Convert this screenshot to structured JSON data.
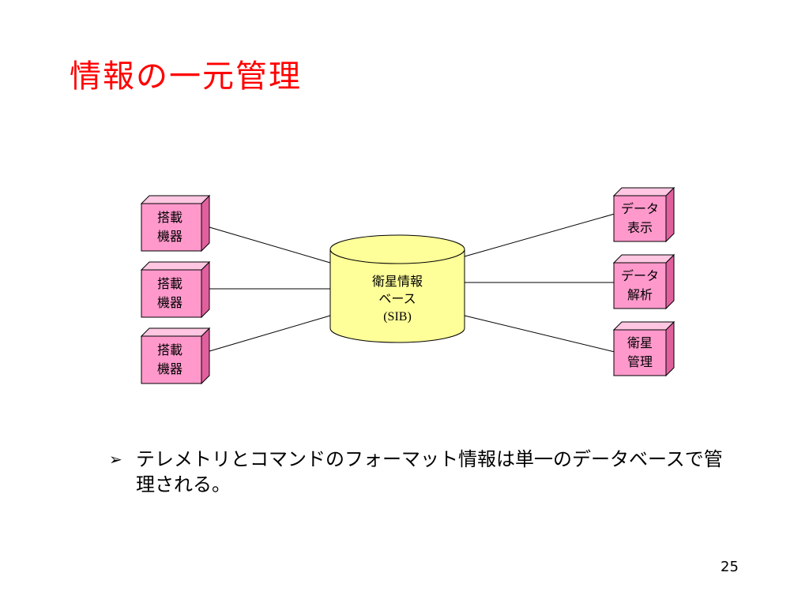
{
  "slide": {
    "title": "情報の一元管理",
    "page_number": "25"
  },
  "diagram": {
    "colors": {
      "box_fill": "#ff99cc",
      "box_side": "#e0609e",
      "box_top": "#ffc7e2",
      "db_fill": "#ffff99",
      "line": "#000000"
    },
    "database": {
      "lines": [
        "衛星情報",
        "ベース",
        "(SIB)"
      ]
    },
    "left_boxes": [
      {
        "lines": [
          "搭載",
          "機器"
        ]
      },
      {
        "lines": [
          "搭載",
          "機器"
        ]
      },
      {
        "lines": [
          "搭載",
          "機器"
        ]
      }
    ],
    "right_boxes": [
      {
        "lines": [
          "データ",
          "表示"
        ]
      },
      {
        "lines": [
          "データ",
          "解析"
        ]
      },
      {
        "lines": [
          "衛星",
          "管理"
        ]
      }
    ]
  },
  "bullet": {
    "marker": "➢",
    "text": "テレメトリとコマンドのフォーマット情報は単一のデータベースで管理される。"
  }
}
